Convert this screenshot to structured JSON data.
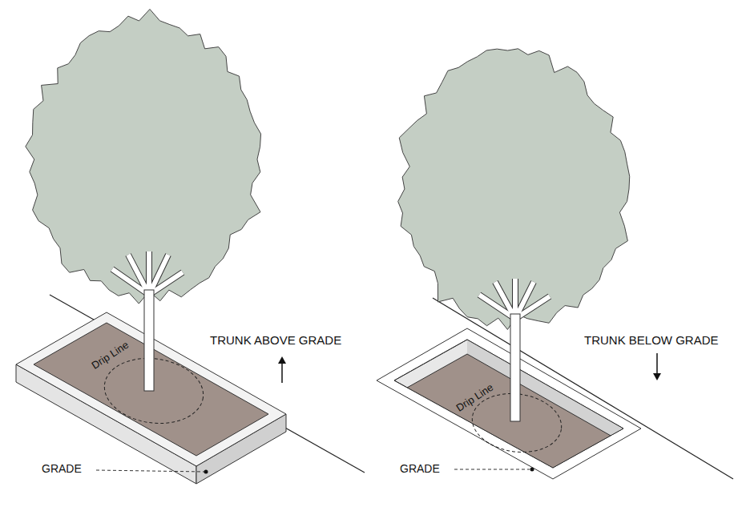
{
  "diagram": {
    "labels": [
      "Drip Line",
      "TRUNK ABOVE GRADE",
      "GRADE",
      "Drip Line",
      "TRUNK BELOW GRADE",
      "GRADE"
    ]
  }
}
